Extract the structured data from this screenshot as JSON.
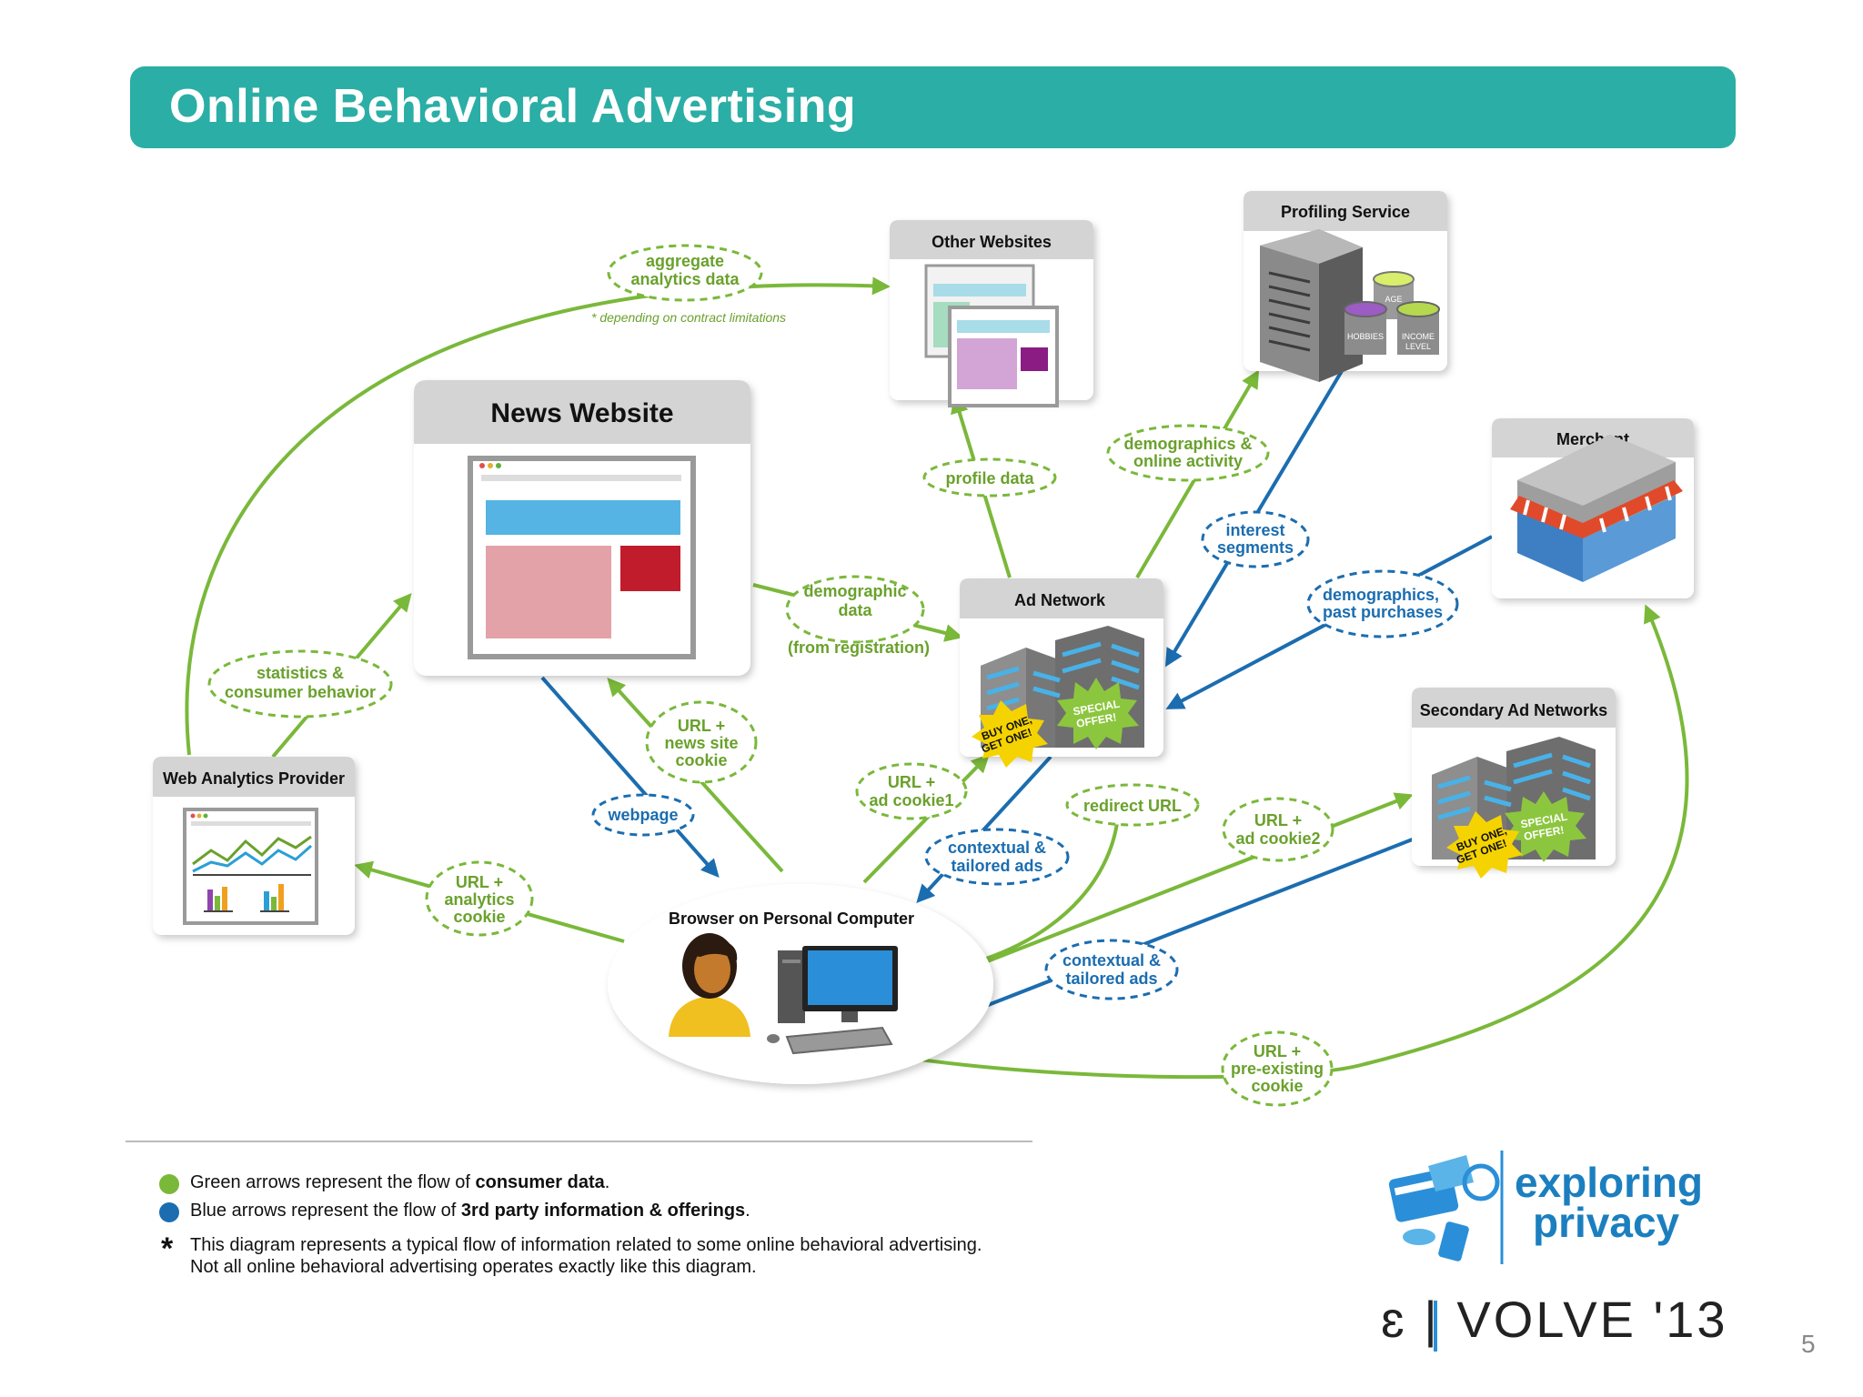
{
  "title": "Online Behavioral Advertising",
  "colors": {
    "title_bar": "#2baea5",
    "green_flow": "#7ab83a",
    "blue_flow": "#1b6db0"
  },
  "nodes": {
    "news_website": "News Website",
    "other_websites": "Other Websites",
    "profiling_service": "Profiling Service",
    "merchant": "Merchant",
    "ad_network": "Ad Network",
    "secondary_ad_networks": "Secondary Ad Networks",
    "web_analytics_provider": "Web Analytics Provider",
    "browser": "Browser on Personal Computer"
  },
  "badges": {
    "buy_one_1": "BUY ONE,",
    "buy_one_2": "GET ONE!",
    "special_1": "SPECIAL",
    "special_2": "OFFER!"
  },
  "paint_labels": {
    "age": "AGE",
    "hobbies": "HOBBIES",
    "income_1": "INCOME",
    "income_2": "LEVEL"
  },
  "flow_labels": {
    "aggregate_1": "aggregate",
    "aggregate_2": "analytics data",
    "contract_note": "* depending on contract limitations",
    "statistics_1": "statistics &",
    "statistics_2": "consumer behavior",
    "demographic_1": "demographic",
    "demographic_2": "data",
    "from_registration": "(from registration)",
    "profile_data": "profile data",
    "demo_online_1": "demographics &",
    "demo_online_2": "online activity",
    "interest_1": "interest",
    "interest_2": "segments",
    "demo_purchases_1": "demographics,",
    "demo_purchases_2": "past purchases",
    "url_news_1": "URL +",
    "url_news_2": "news site",
    "url_news_3": "cookie",
    "webpage": "webpage",
    "url_ad1_1": "URL +",
    "url_ad1_2": "ad cookie1",
    "redirect_url": "redirect URL",
    "contextual_1a": "contextual &",
    "contextual_1b": "tailored ads",
    "url_ad2_1": "URL +",
    "url_ad2_2": "ad cookie2",
    "url_analytics_1": "URL +",
    "url_analytics_2": "analytics",
    "url_analytics_3": "cookie",
    "contextual_2a": "contextual &",
    "contextual_2b": "tailored ads",
    "url_pre_1": "URL +",
    "url_pre_2": "pre-existing",
    "url_pre_3": "cookie"
  },
  "legend": {
    "green_prefix": "Green arrows represent the flow of ",
    "green_bold": "consumer data",
    "green_suffix": ".",
    "blue_prefix": "Blue arrows represent the flow of ",
    "blue_bold": "3rd party information & offerings",
    "blue_suffix": ".",
    "star": "*",
    "note_1": "This diagram represents a typical flow of information related to some online behavioral advertising.",
    "note_2": "Not all online behavioral advertising operates exactly like this diagram."
  },
  "brand": {
    "line_1": "exploring",
    "line_2": "privacy",
    "evolve": "ɛ | VOLVE '13"
  },
  "page_number": "5"
}
